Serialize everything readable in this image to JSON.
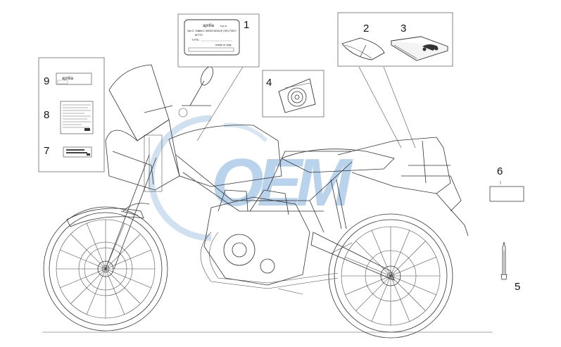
{
  "watermark": {
    "text": "OEM",
    "color": "#7fb0dc"
  },
  "callouts": {
    "c1": "1",
    "c2": "2",
    "c3": "3",
    "c4": "4",
    "c5": "5",
    "c6": "6",
    "c7": "7",
    "c8": "8",
    "c9": "9"
  },
  "label1": {
    "brand": "aprilia",
    "company": "s.p.a.",
    "address": "Via G. Galilei,1 30033 NOALE (VE) ITALY",
    "field_mtte": "MTTE",
    "field_type": "TYPE:",
    "maker": "made in Italy"
  },
  "label9": {
    "brand": "aprilia"
  }
}
